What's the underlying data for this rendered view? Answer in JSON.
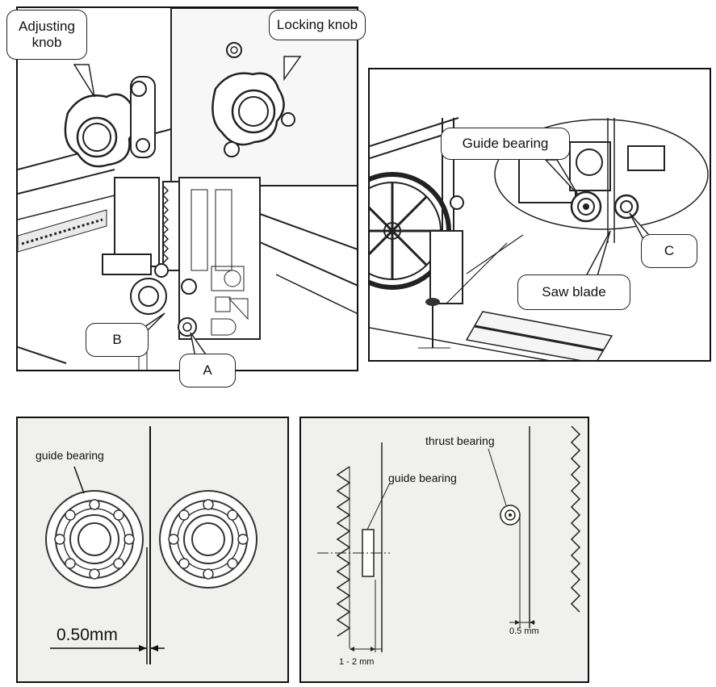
{
  "callouts": {
    "adjusting_knob": "Adjusting\nknob",
    "locking_knob": "Locking knob",
    "label_a": "A",
    "label_b": "B",
    "guide_bearing": "Guide bearing",
    "saw_blade": "Saw blade",
    "label_c": "C"
  },
  "bottom_left": {
    "guide_bearing": "guide bearing",
    "gap": "0.50mm"
  },
  "bottom_right": {
    "thrust_bearing": "thrust bearing",
    "guide_bearing": "guide bearing",
    "gap_left": "1 - 2 mm",
    "gap_right": "0.5 mm"
  }
}
